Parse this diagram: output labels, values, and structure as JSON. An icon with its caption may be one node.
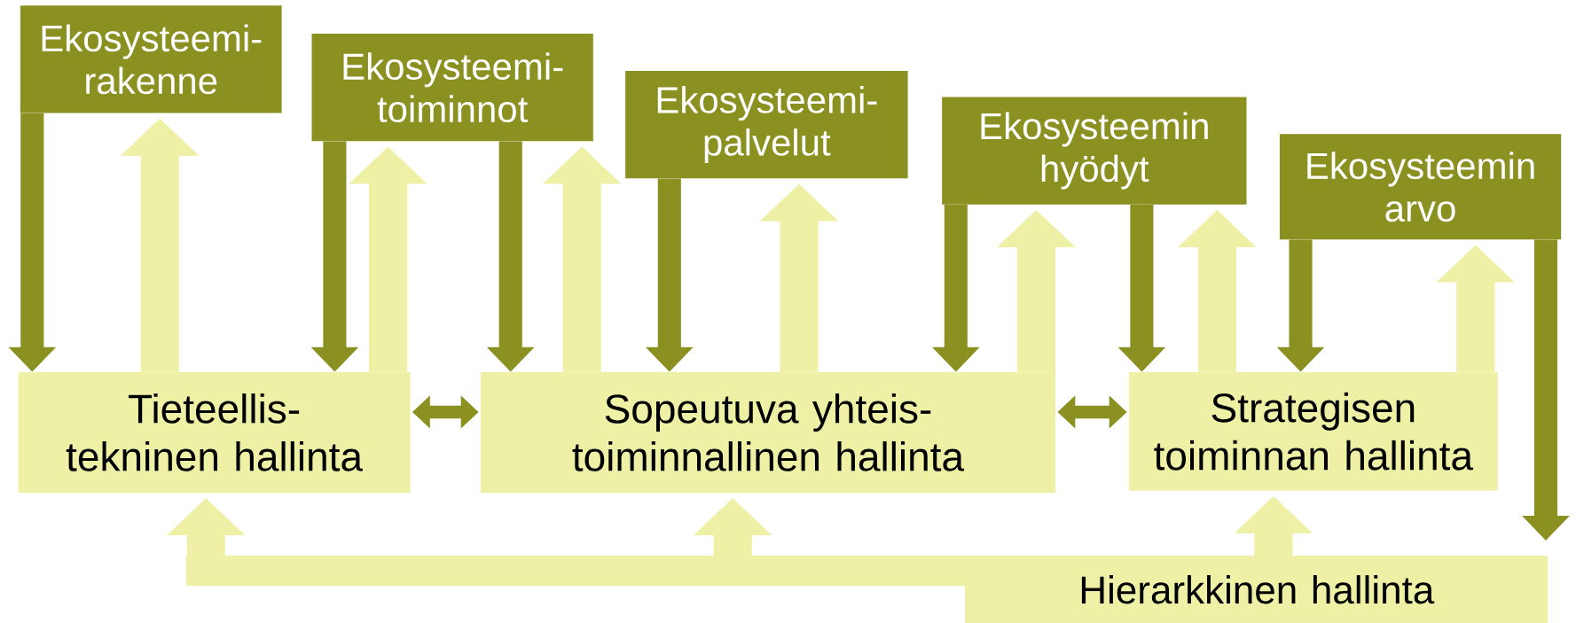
{
  "diagram": {
    "nodes": [
      {
        "text": [
          "Ekosysteemi-rakenne"
        ]
      },
      {
        "text": [
          "Ekosysteemi-toiminnot"
        ]
      },
      {
        "text": [
          "Ekosysteemi-palvelut"
        ]
      },
      {
        "text": [
          "Ekosysteemin hyödyt"
        ]
      },
      {
        "text": [
          "Ekosysteemin arvo"
        ]
      },
      {
        "text": [
          "Tieteellis-tekninen hallinta"
        ]
      },
      {
        "text": [
          "Sopeutuva yhteis-toiminnallinen hallinta"
        ]
      },
      {
        "text": [
          "Strategisen toiminnan hallinta"
        ]
      },
      {
        "text": [
          "Hierarkkinen hallinta"
        ]
      }
    ],
    "edges": [
      {
        "from": 0,
        "to": 5,
        "arrow": "to"
      },
      {
        "from": 5,
        "to": 0,
        "arrow": "to",
        "color": "#edf0a5"
      },
      {
        "from": 1,
        "to": 5,
        "arrow": "to"
      },
      {
        "from": 5,
        "to": 1,
        "arrow": "to",
        "color": "#edf0a5"
      },
      {
        "from": 1,
        "to": 6,
        "arrow": "to"
      },
      {
        "from": 6,
        "to": 1,
        "arrow": "to",
        "color": "#edf0a5"
      },
      {
        "from": 2,
        "to": 6,
        "arrow": "to"
      },
      {
        "from": 6,
        "to": 2,
        "arrow": "to",
        "color": "#edf0a5"
      },
      {
        "from": 3,
        "to": 6,
        "arrow": "to"
      },
      {
        "from": 6,
        "to": 3,
        "arrow": "to",
        "color": "#edf0a5"
      },
      {
        "from": 3,
        "to": 7,
        "arrow": "to"
      },
      {
        "from": 7,
        "to": 3,
        "arrow": "to",
        "color": "#edf0a5"
      },
      {
        "from": 4,
        "to": 7,
        "arrow": "to"
      },
      {
        "from": 7,
        "to": 4,
        "arrow": "to",
        "color": "#edf0a5"
      },
      {
        "from": 4,
        "to": 8,
        "arrow": "to"
      },
      {
        "from": 5,
        "to": 6,
        "arrow": "both"
      },
      {
        "from": 6,
        "to": 7,
        "arrow": "both"
      },
      {
        "from": 8,
        "to": 5,
        "arrow": "to",
        "color": "#edf0a5"
      },
      {
        "from": 8,
        "to": 6,
        "arrow": "to",
        "color": "#edf0a5"
      },
      {
        "from": 8,
        "to": 7,
        "arrow": "to",
        "color": "#edf0a5"
      }
    ]
  }
}
